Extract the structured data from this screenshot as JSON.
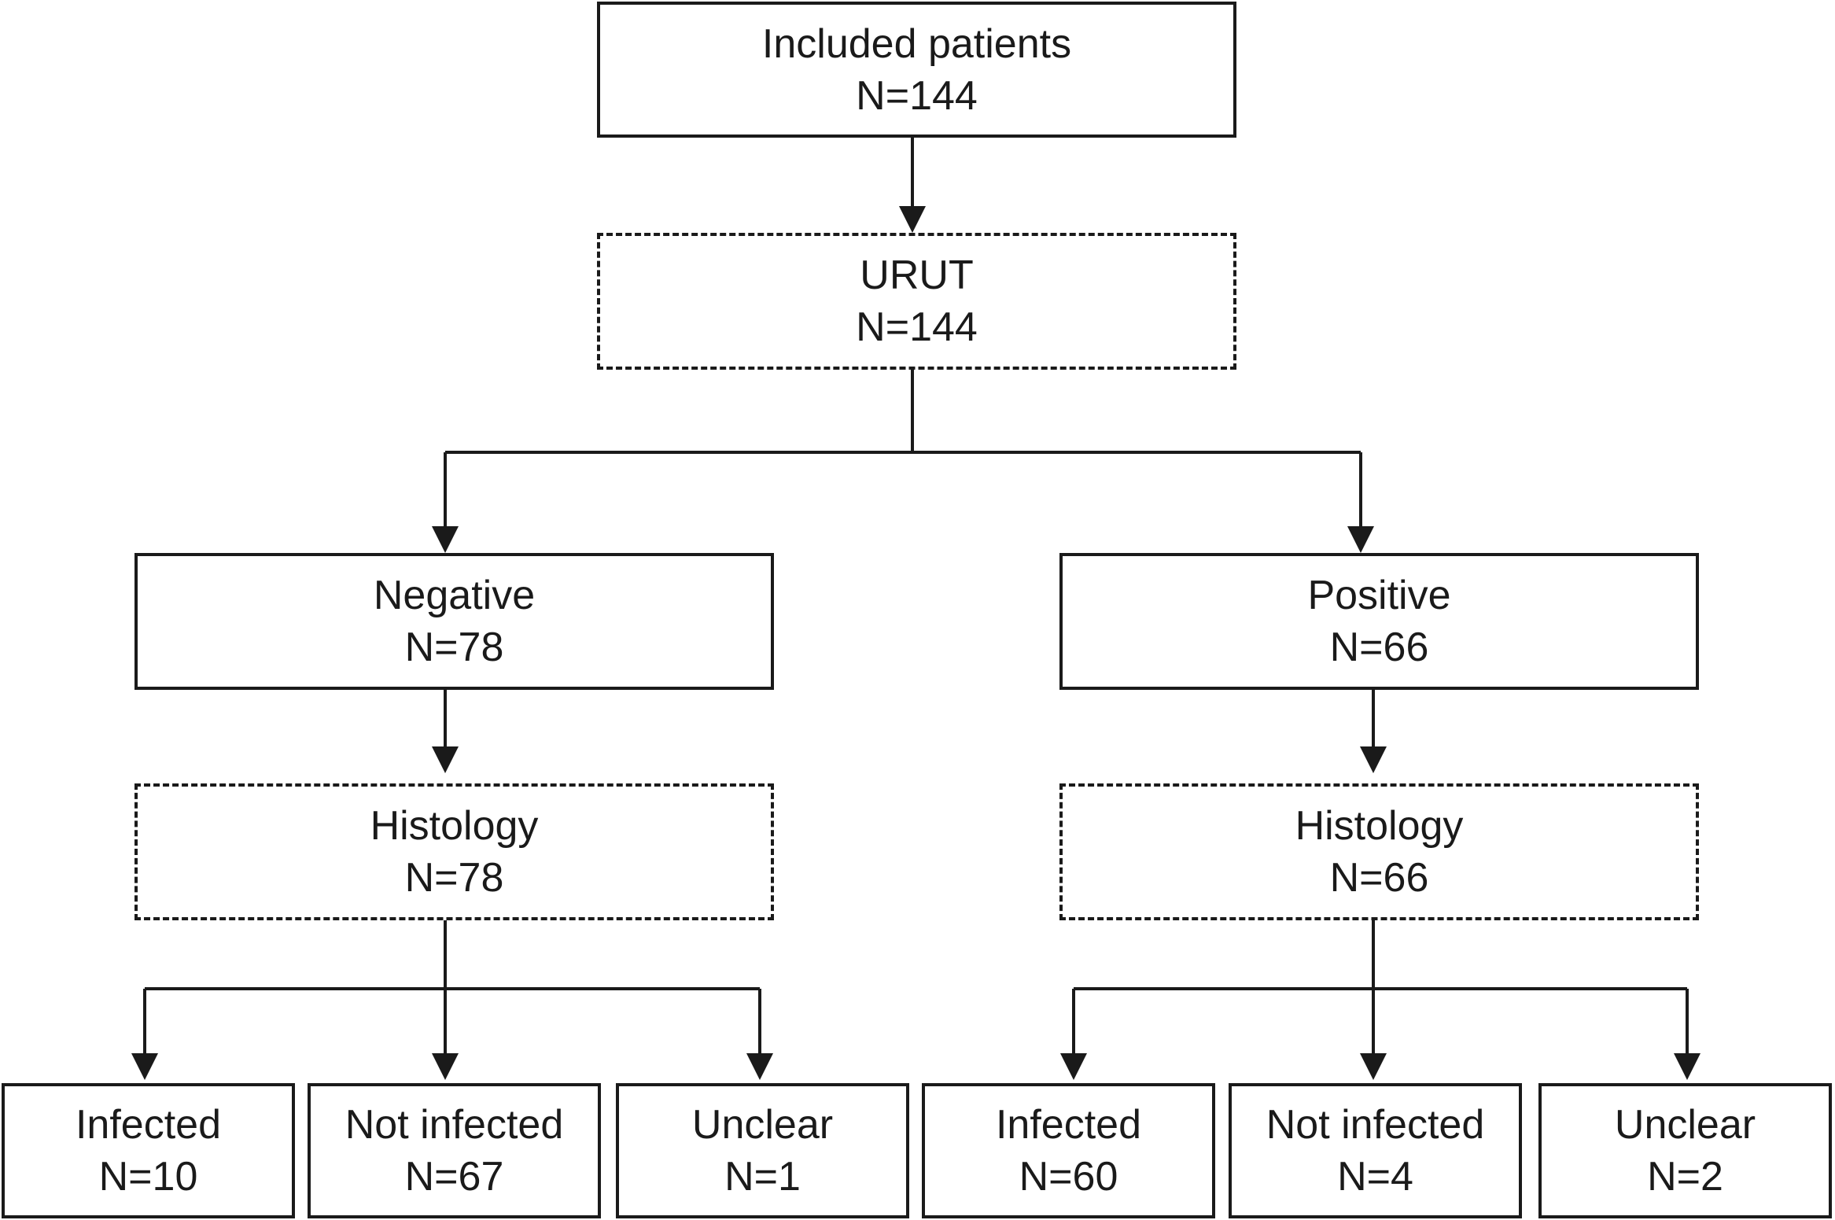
{
  "colors": {
    "stroke": "#1a1a1a",
    "background": "#ffffff"
  },
  "nodes": {
    "included": {
      "label": "Included patients",
      "count": "N=144",
      "style": "solid"
    },
    "urut": {
      "label": "URUT",
      "count": "N=144",
      "style": "dashed"
    },
    "negative": {
      "label": "Negative",
      "count": "N=78",
      "style": "solid"
    },
    "positive": {
      "label": "Positive",
      "count": "N=66",
      "style": "solid"
    },
    "histology_negative": {
      "label": "Histology",
      "count": "N=78",
      "style": "dashed"
    },
    "histology_positive": {
      "label": "Histology",
      "count": "N=66",
      "style": "dashed"
    },
    "neg_infected": {
      "label": "Infected",
      "count": "N=10",
      "style": "solid"
    },
    "neg_not_infected": {
      "label": "Not infected",
      "count": "N=67",
      "style": "solid"
    },
    "neg_unclear": {
      "label": "Unclear",
      "count": "N=1",
      "style": "solid"
    },
    "pos_infected": {
      "label": "Infected",
      "count": "N=60",
      "style": "solid"
    },
    "pos_not_infected": {
      "label": "Not infected",
      "count": "N=4",
      "style": "solid"
    },
    "pos_unclear": {
      "label": "Unclear",
      "count": "N=2",
      "style": "solid"
    }
  },
  "edges": [
    {
      "from": "included",
      "to": "urut"
    },
    {
      "from": "urut",
      "to": "negative"
    },
    {
      "from": "urut",
      "to": "positive"
    },
    {
      "from": "negative",
      "to": "histology_negative"
    },
    {
      "from": "positive",
      "to": "histology_positive"
    },
    {
      "from": "histology_negative",
      "to": "neg_infected"
    },
    {
      "from": "histology_negative",
      "to": "neg_not_infected"
    },
    {
      "from": "histology_negative",
      "to": "neg_unclear"
    },
    {
      "from": "histology_positive",
      "to": "pos_infected"
    },
    {
      "from": "histology_positive",
      "to": "pos_not_infected"
    },
    {
      "from": "histology_positive",
      "to": "pos_unclear"
    }
  ]
}
